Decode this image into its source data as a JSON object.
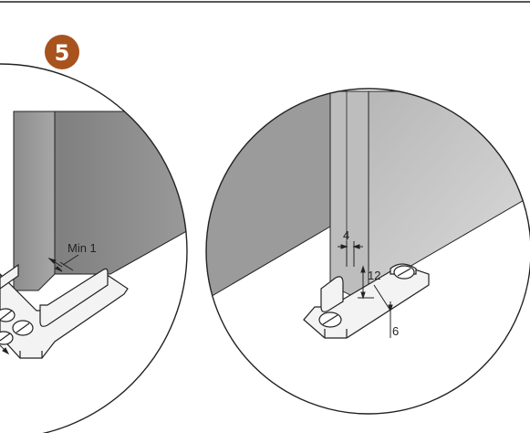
{
  "colors": {
    "badge": "#a8521d",
    "line": "#222222",
    "panel_dark": "#8e8e8e",
    "panel_mid": "#a9a9a9",
    "panel_light": "#c9c9c9",
    "metal": "#f1f1f1"
  },
  "header": {
    "step_number": "5"
  },
  "left_detail": {
    "dimension_label": "Min 1"
  },
  "right_detail": {
    "dimension_gap": "4",
    "dimension_height": "12",
    "dimension_offset": "6"
  }
}
